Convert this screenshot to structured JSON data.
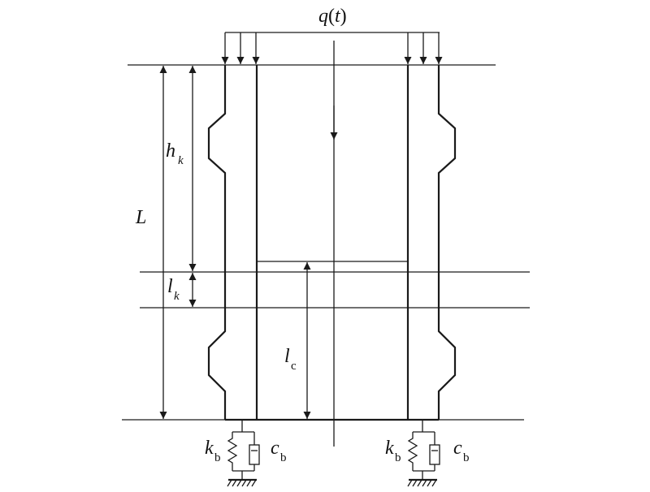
{
  "labels": {
    "load": {
      "pre": "q",
      "paren_open": "(",
      "var": "t",
      "paren_close": ")"
    },
    "total_length": "L",
    "h_k": {
      "main": "h",
      "sub": "k"
    },
    "l_k": {
      "main": "l",
      "sub": "k"
    },
    "l_c": {
      "main": "l",
      "sub": "c"
    },
    "k_b_left": {
      "main": "k",
      "sub": "b"
    },
    "c_b_left": {
      "main": "c",
      "sub": "b"
    },
    "k_b_right": {
      "main": "k",
      "sub": "b"
    },
    "c_b_right": {
      "main": "c",
      "sub": "b"
    }
  }
}
